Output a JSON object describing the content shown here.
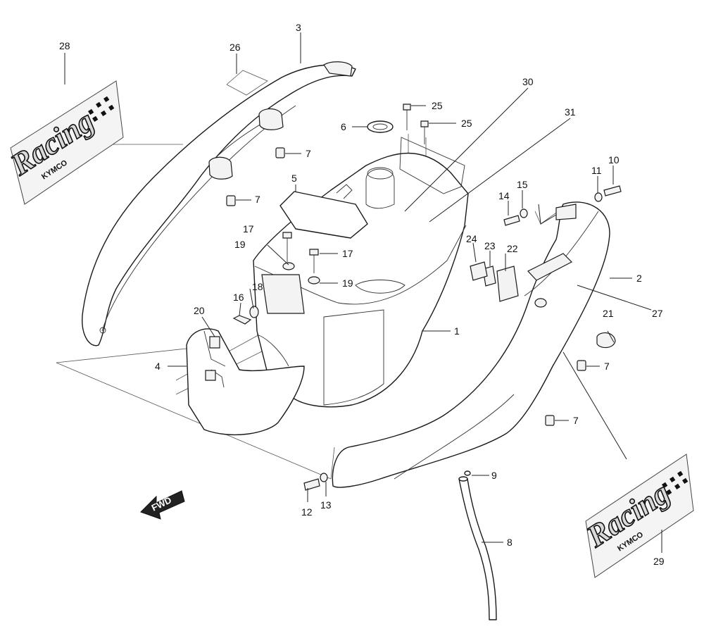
{
  "diagram": {
    "fwd_label": "FWD",
    "badge_top": {
      "word": "Racing",
      "sub": "KYMCO"
    },
    "badge_bottom": {
      "word": "Racing",
      "sub": "KYMCO"
    },
    "callouts": [
      {
        "id": "c1",
        "label": "1"
      },
      {
        "id": "c2",
        "label": "2"
      },
      {
        "id": "c3",
        "label": "3"
      },
      {
        "id": "c4",
        "label": "4"
      },
      {
        "id": "c5",
        "label": "5"
      },
      {
        "id": "c6",
        "label": "6"
      },
      {
        "id": "c7a",
        "label": "7"
      },
      {
        "id": "c7b",
        "label": "7"
      },
      {
        "id": "c7c",
        "label": "7"
      },
      {
        "id": "c7d",
        "label": "7"
      },
      {
        "id": "c8",
        "label": "8"
      },
      {
        "id": "c9",
        "label": "9"
      },
      {
        "id": "c10",
        "label": "10"
      },
      {
        "id": "c11",
        "label": "11"
      },
      {
        "id": "c12",
        "label": "12"
      },
      {
        "id": "c13",
        "label": "13"
      },
      {
        "id": "c14",
        "label": "14"
      },
      {
        "id": "c15",
        "label": "15"
      },
      {
        "id": "c16",
        "label": "16"
      },
      {
        "id": "c17a",
        "label": "17"
      },
      {
        "id": "c17b",
        "label": "17"
      },
      {
        "id": "c18",
        "label": "18"
      },
      {
        "id": "c19a",
        "label": "19"
      },
      {
        "id": "c19b",
        "label": "19"
      },
      {
        "id": "c20",
        "label": "20"
      },
      {
        "id": "c21",
        "label": "21"
      },
      {
        "id": "c22",
        "label": "22"
      },
      {
        "id": "c23",
        "label": "23"
      },
      {
        "id": "c24",
        "label": "24"
      },
      {
        "id": "c25a",
        "label": "25"
      },
      {
        "id": "c25b",
        "label": "25"
      },
      {
        "id": "c26",
        "label": "26"
      },
      {
        "id": "c27",
        "label": "27"
      },
      {
        "id": "c28",
        "label": "28"
      },
      {
        "id": "c29",
        "label": "29"
      },
      {
        "id": "c30",
        "label": "30"
      },
      {
        "id": "c31",
        "label": "31"
      }
    ]
  }
}
